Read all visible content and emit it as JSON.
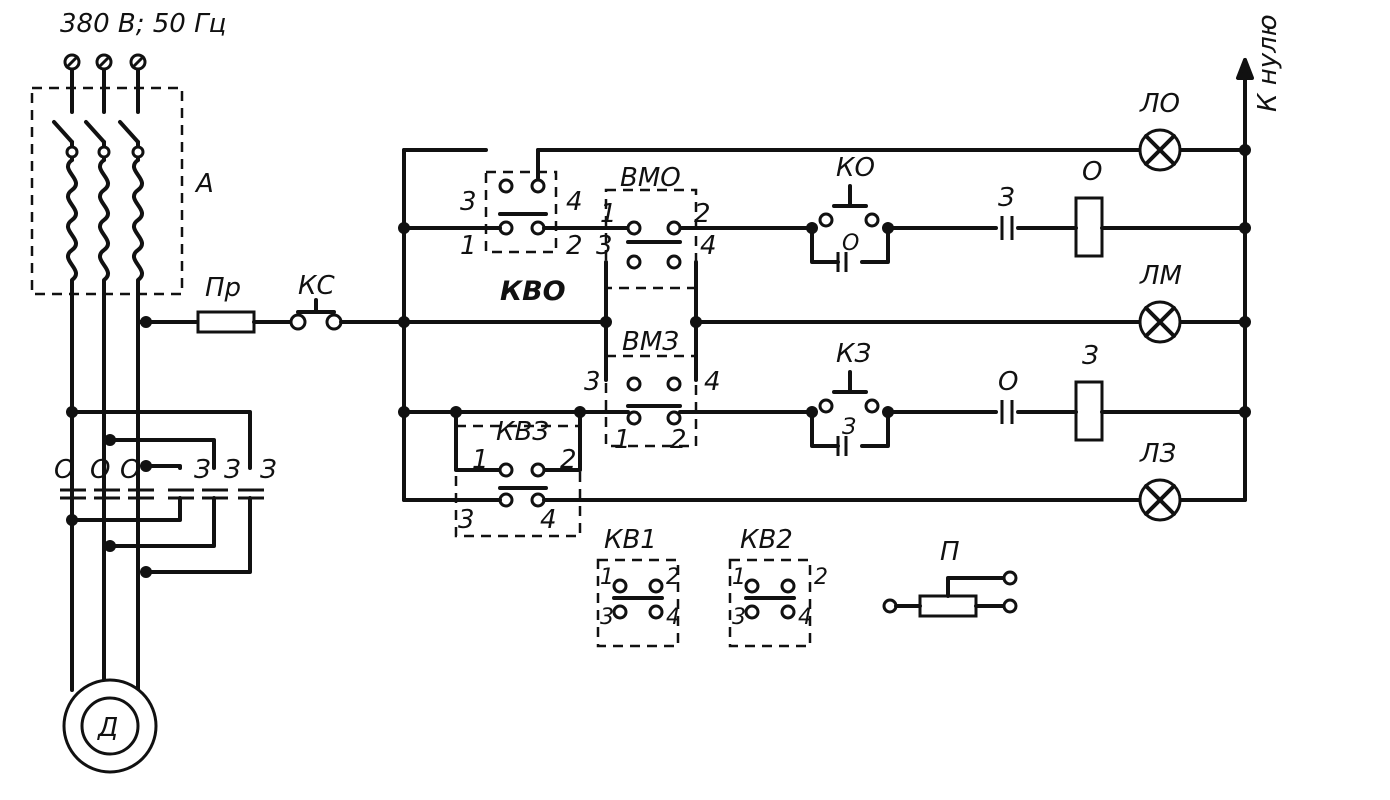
{
  "supply": "380 В; 50 Гц",
  "labels": {
    "switch_box": "А",
    "fuse": "Пр",
    "stop_button": "КС",
    "kvo": "КВО",
    "vmo": "ВМО",
    "vmz": "ВМЗ",
    "kvz": "КВЗ",
    "ko": "КО",
    "kz": "КЗ",
    "coil_o": "О",
    "coil_z": "З",
    "contact_z": "З",
    "contact_o": "О",
    "lamp_lo": "ЛО",
    "lamp_lm": "ЛМ",
    "lamp_lz": "ЛЗ",
    "to_zero": "К нулю",
    "kv1": "КВ1",
    "kv2": "КВ2",
    "p": "П",
    "motor": "Д"
  },
  "pins": {
    "kvo": [
      "3",
      "4",
      "1",
      "2"
    ],
    "vmo": [
      "1",
      "2",
      "3",
      "4"
    ],
    "vmz": [
      "3",
      "4",
      "1",
      "2"
    ],
    "kvz": [
      "1",
      "2",
      "3",
      "4"
    ],
    "kv1": [
      "1",
      "2",
      "3",
      "4"
    ],
    "kv2": [
      "1",
      "2",
      "3",
      "4"
    ]
  },
  "contactor_labels": [
    "О",
    "О",
    "О",
    "З",
    "З",
    "З"
  ],
  "legend": {
    "title": "",
    "items": []
  }
}
